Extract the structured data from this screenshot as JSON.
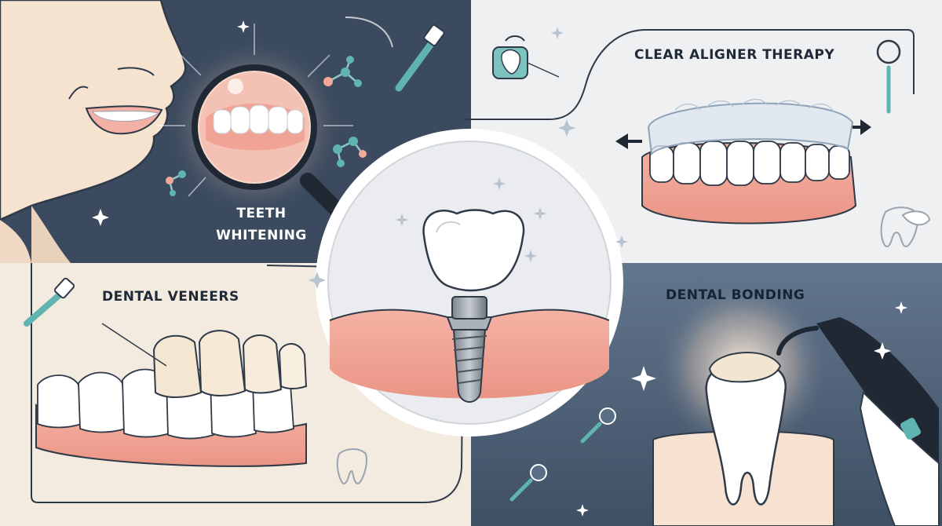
{
  "panels": {
    "teeth_whitening": {
      "line1": "TEETH",
      "line2": "WHITENING"
    },
    "clear_aligner": {
      "label": "CLEAR ALIGNER THERAPY"
    },
    "dental_veneers": {
      "label": "DENTAL VENEERS"
    },
    "dental_bonding": {
      "label": "DENTAL BONDING"
    },
    "center_implant": {
      "label": ""
    }
  },
  "colors": {
    "dark_navy": "#3b4a5e",
    "slate_blue": "#5a6f86",
    "cream": "#f3ebdf",
    "light_gray": "#eef0f2",
    "gum_pink": "#f2a99a",
    "tooth_white": "#ffffff",
    "teal_accent": "#5fb3b0"
  },
  "icons": [
    "toothbrush-icon",
    "molecule-icon",
    "magnifier-icon",
    "floss-icon",
    "dental-mirror-icon",
    "tooth-outline-icon",
    "sparkle-icon",
    "curing-light-icon",
    "arrow-left-icon",
    "arrow-right-icon"
  ]
}
